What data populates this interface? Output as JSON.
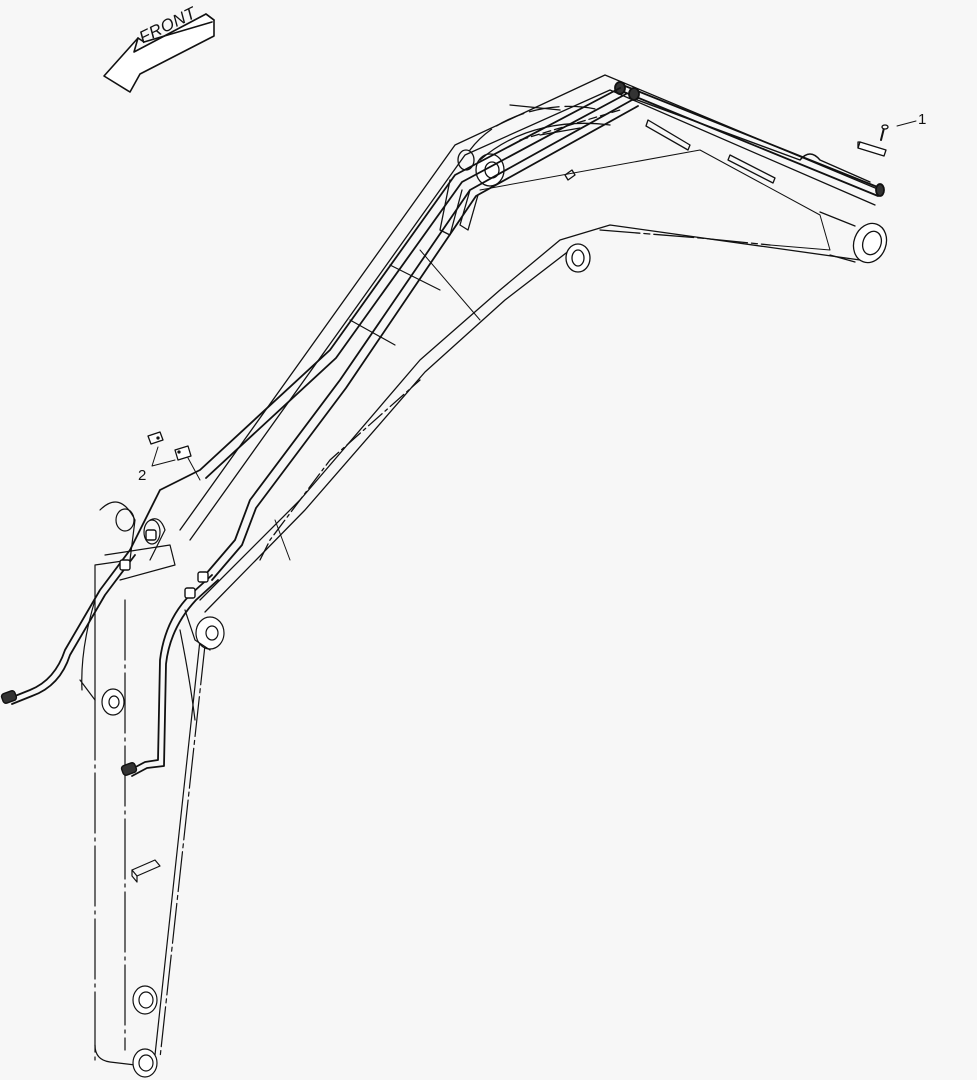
{
  "diagram": {
    "type": "exploded parts illustration",
    "subject": "Excavator boom and arm with hydraulic lines",
    "background_color": "#f7f7f7",
    "line_color": "#111111"
  },
  "orientation_arrow": {
    "label": "FRONT",
    "direction": "left-down"
  },
  "callouts": [
    {
      "id": "1",
      "label": "1",
      "refers_to": "bolt and clamp block at boom head"
    },
    {
      "id": "2",
      "label": "2",
      "refers_to": "pair of clamp plates on boom pipes"
    }
  ],
  "components": [
    "boom",
    "arm",
    "hydraulic pipes",
    "hose fittings",
    "boom foot pin boss",
    "arm pivot pin",
    "bucket linkage pin"
  ]
}
